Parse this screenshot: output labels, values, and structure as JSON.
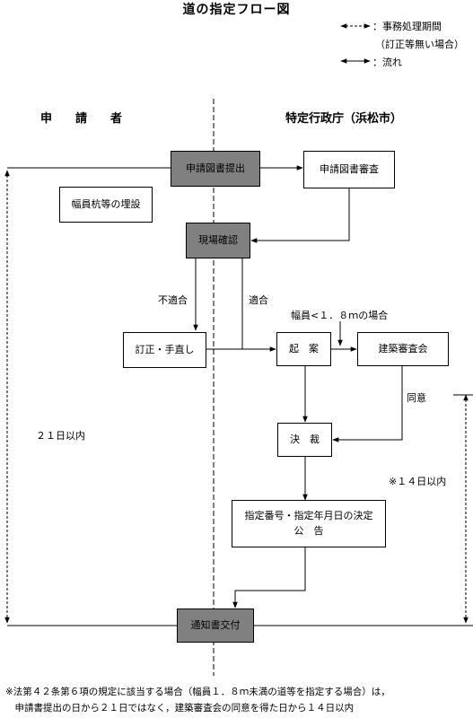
{
  "title": "道の指定フロー図",
  "legend": {
    "dashed": "：事務処理期間",
    "dashed_note": "（訂正等無い場合）",
    "solid": "：流れ"
  },
  "columns": {
    "left": "申　　請　　者",
    "right": "特定行政庁（浜松市）"
  },
  "nodes": {
    "submit": "申請図書提出",
    "review": "申請図書審査",
    "marker": "幅員杭等の埋設",
    "site_check": "現場確認",
    "correct": "訂正・手直し",
    "draft": "起　案",
    "council": "建築審査会",
    "approve": "決　裁",
    "designate_line1": "指定番号・指定年月日の決定",
    "designate_line2": "公　告",
    "notify": "通知書交付"
  },
  "labels": {
    "nonconform": "不適合",
    "conform": "適合",
    "width_condition": "幅員<１．８ｍの場合",
    "consent": "同意",
    "days21": "２１日以内",
    "days14": "※１４日以内"
  },
  "footnote": {
    "line1": "※法第４２条第６項の規定に該当する場合（幅員１．８ｍ未満の道等を指定する場合）は，",
    "line2": "　申請書提出の日から２１日ではなく，建築審査会の同意を得た日から１４日以内"
  },
  "colors": {
    "dark_box": "#808080",
    "line": "#000000"
  }
}
